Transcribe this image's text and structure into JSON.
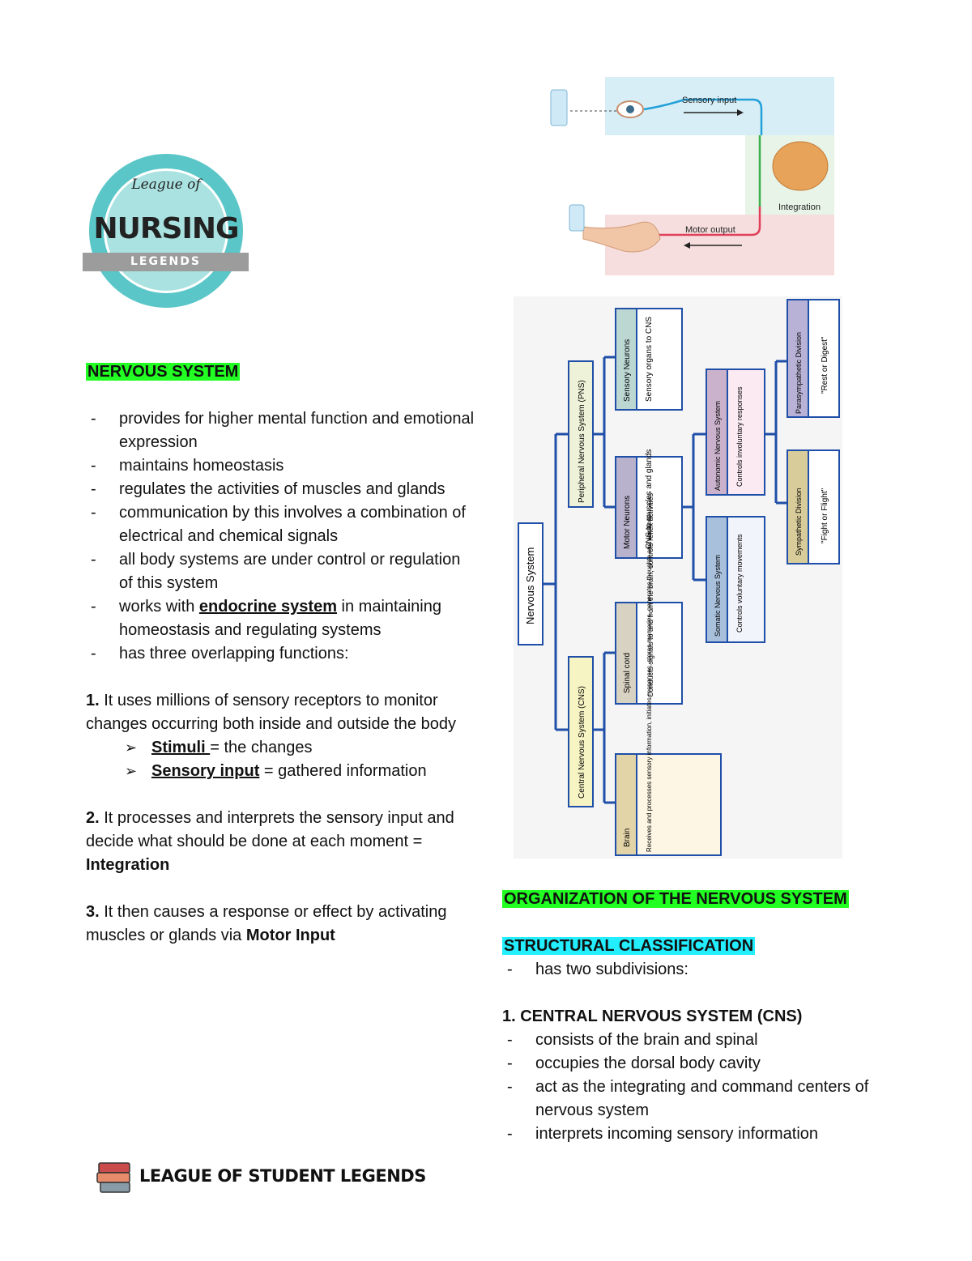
{
  "logo": {
    "script_text": "League of",
    "main_text": "NURSING",
    "band_text": "LEGENDS"
  },
  "footer": {
    "text": "LEAGUE OF STUDENT LEGENDS"
  },
  "left": {
    "heading": "NERVOUS SYSTEM",
    "bullets": [
      "provides for higher mental function and emotional expression",
      "maintains homeostasis",
      "regulates the activities of muscles and glands",
      "communication by this involves a combination of electrical and chemical signals",
      "all body systems are under control or regulation of this system"
    ],
    "bullet_endocrine": {
      "pre": "works with ",
      "link": "endocrine system",
      "post": " in maintaining homeostasis and regulating systems"
    },
    "bullet_last": "has three overlapping functions:",
    "func1": {
      "num": "1.",
      "text": " It uses millions of sensory receptors to monitor changes occurring both inside and outside the body"
    },
    "func1_items": [
      {
        "term": "Stimuli ",
        "rest": "= the changes"
      },
      {
        "term": "Sensory input",
        "rest": " = gathered information"
      }
    ],
    "func2": {
      "num": "2.",
      "text": " It processes and interprets the sensory input and decide what should be done at each moment = ",
      "bold": "Integration"
    },
    "func3": {
      "num": "3.",
      "text": " It then causes a response or effect by activating muscles or glands via ",
      "bold": "Motor Input"
    }
  },
  "reflex_diagram": {
    "sensory_label": "Sensory input",
    "integration_label": "Integration",
    "motor_label": "Motor output",
    "colors": {
      "top": "#d8eef7",
      "mid": "#e8f4e8",
      "bottom": "#f7dede",
      "sensory_line": "#22a0d8",
      "motor_line": "#e0405a",
      "integration_line": "#3bb04a"
    }
  },
  "flowchart": {
    "root": "Nervous System",
    "pns": "Peripheral Nervous System (PNS)",
    "cns": "Central Nervous System (CNS)",
    "sensory_title": "Sensory Neurons",
    "sensory_desc": "Sensory organs to CNS",
    "motor_title": "Motor Neurons",
    "motor_desc": "CNS to muscles and glands",
    "spinal_title": "Spinal cord",
    "spinal_desc": "Conducts signals to and from the brain, controls reflex activities",
    "brain_title": "Brain",
    "brain_desc": "Receives and processes sensory information, initiates responses, stores memories, generates thoughts and emotions",
    "autonomic_title": "Autonomic Nervous System",
    "autonomic_desc": "Controls involuntary responses",
    "somatic_title": "Somatic Nervous System",
    "somatic_desc": "Controls voluntary movements",
    "para_title": "Parasympathetic Division",
    "para_desc": "\"Rest or Digest\"",
    "symp_title": "Sympathetic Division",
    "symp_desc": "\"Fight or Flight\""
  },
  "right": {
    "heading": "ORGANIZATION OF THE NERVOUS SYSTEM",
    "subheading": "STRUCTURAL CLASSIFICATION",
    "sub_bullet": "has two subdivisions:",
    "cns_heading": "1.  CENTRAL NERVOUS SYSTEM (CNS)",
    "cns_bullets": [
      "consists of the brain and spinal",
      "occupies the dorsal body cavity",
      "act as the integrating and command centers of nervous system",
      "interprets incoming sensory information"
    ]
  }
}
